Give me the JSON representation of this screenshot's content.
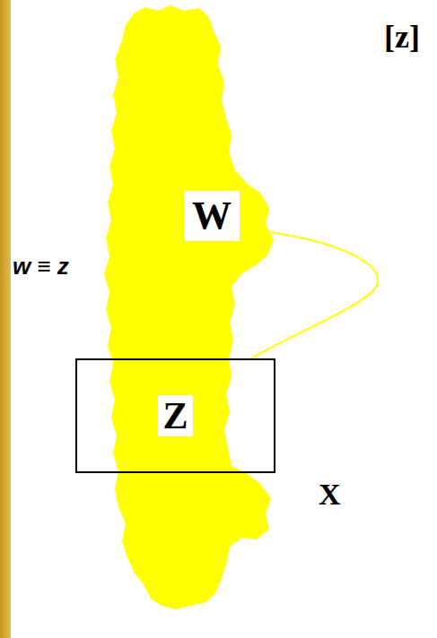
{
  "diagram": {
    "nodes": [
      {
        "text": [
          "W"
        ]
      },
      {
        "text": [
          "Z"
        ]
      }
    ],
    "edges": [
      {
        "from": 0,
        "to": 1,
        "arrow": "none"
      }
    ],
    "labels": [
      "[z]",
      "w ≡ z",
      "X"
    ]
  }
}
